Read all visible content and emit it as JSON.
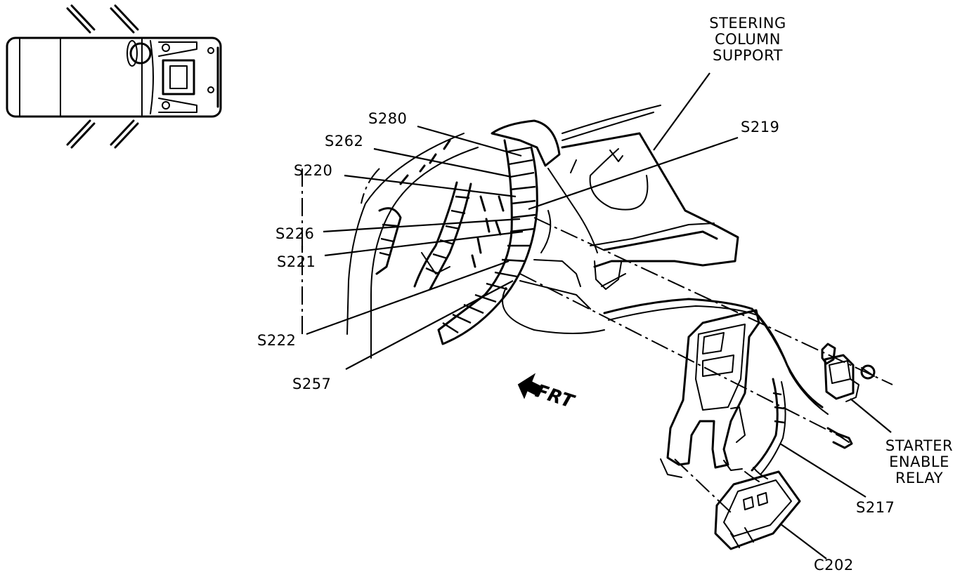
{
  "labels": {
    "steering_column_support": [
      "STEERING",
      "COLUMN",
      "SUPPORT"
    ],
    "s280": "S280",
    "s262": "S262",
    "s220": "S220",
    "s226": "S226",
    "s221": "S221",
    "s222": "S222",
    "s257": "S257",
    "s219": "S219",
    "s217": "S217",
    "c202": "C202",
    "starter_enable_relay": [
      "STARTER",
      "ENABLE",
      "RELAY"
    ],
    "front_direction": "FRT"
  }
}
